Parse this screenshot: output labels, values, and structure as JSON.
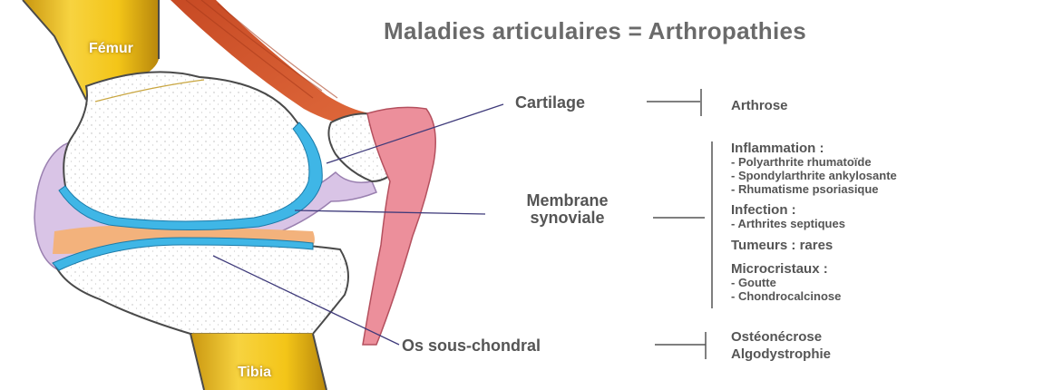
{
  "title": "Maladies articulaires = Arthropathies",
  "bones": {
    "femur": "Fémur",
    "tibia": "Tibia"
  },
  "structures": {
    "cartilage": "Cartilage",
    "membrane_line1": "Membrane",
    "membrane_line2": "synoviale",
    "os": "Os sous-chondral"
  },
  "diseases": {
    "cartilage": {
      "heading": "Arthrose"
    },
    "membrane": {
      "inflammation": {
        "heading": "Inflammation :",
        "items": [
          "- Polyarthrite rhumatoïde",
          "- Spondylarthrite ankylosante",
          "- Rhumatisme psoriasique"
        ]
      },
      "infection": {
        "heading": "Infection :",
        "items": [
          "- Arthrites septiques"
        ]
      },
      "tumeurs": {
        "heading": "Tumeurs : rares"
      },
      "microcristaux": {
        "heading": "Microcristaux :",
        "items": [
          "- Goutte",
          "- Chondrocalcinose"
        ]
      }
    },
    "os": {
      "line1": "Ostéonécrose",
      "line2": "Algodystrophie"
    }
  },
  "colors": {
    "bone_shaft": "#f3c518",
    "cartilage": "#3fb6e6",
    "synovial": "#d9c4e6",
    "muscle": "#d8572e",
    "tendon": "#ec8f9b",
    "meniscus": "#f3b27c",
    "text": "#555555"
  }
}
